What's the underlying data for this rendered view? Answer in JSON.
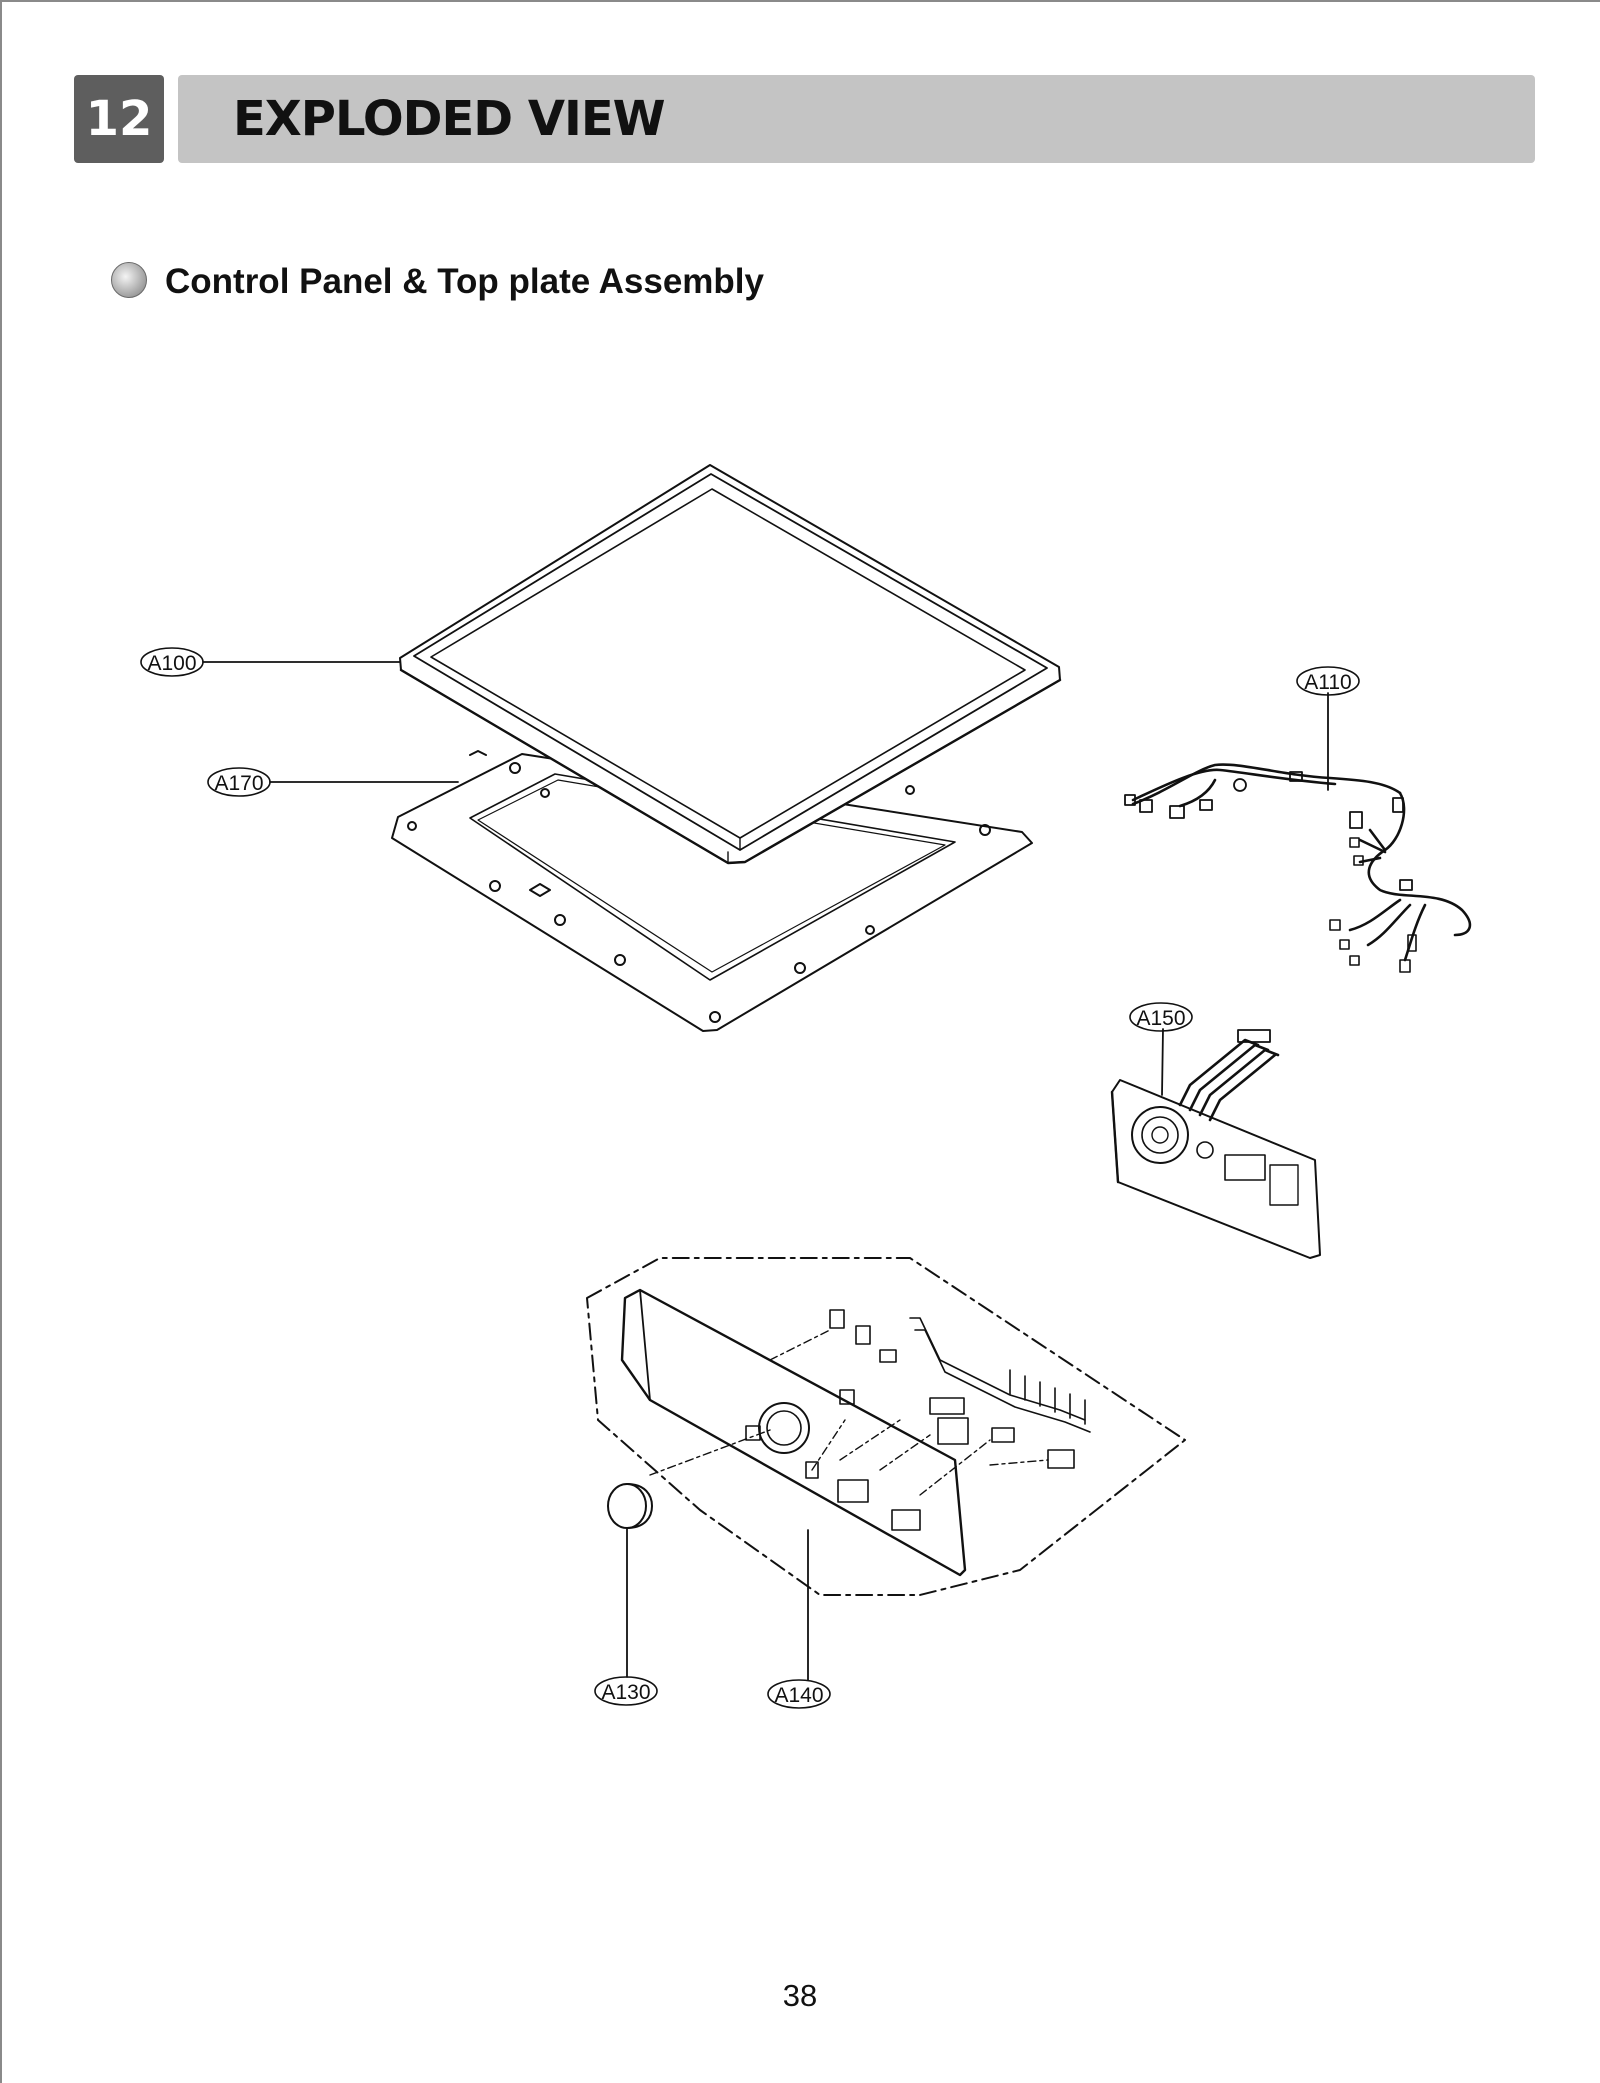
{
  "header": {
    "section_number": "12",
    "title": "EXPLODED VIEW"
  },
  "subtitle": "Control Panel & Top plate Assembly",
  "callouts": {
    "a100": "A100",
    "a110": "A110",
    "a150": "A150",
    "a170": "A170",
    "a130": "A130",
    "a140": "A140"
  },
  "page_number": "38"
}
